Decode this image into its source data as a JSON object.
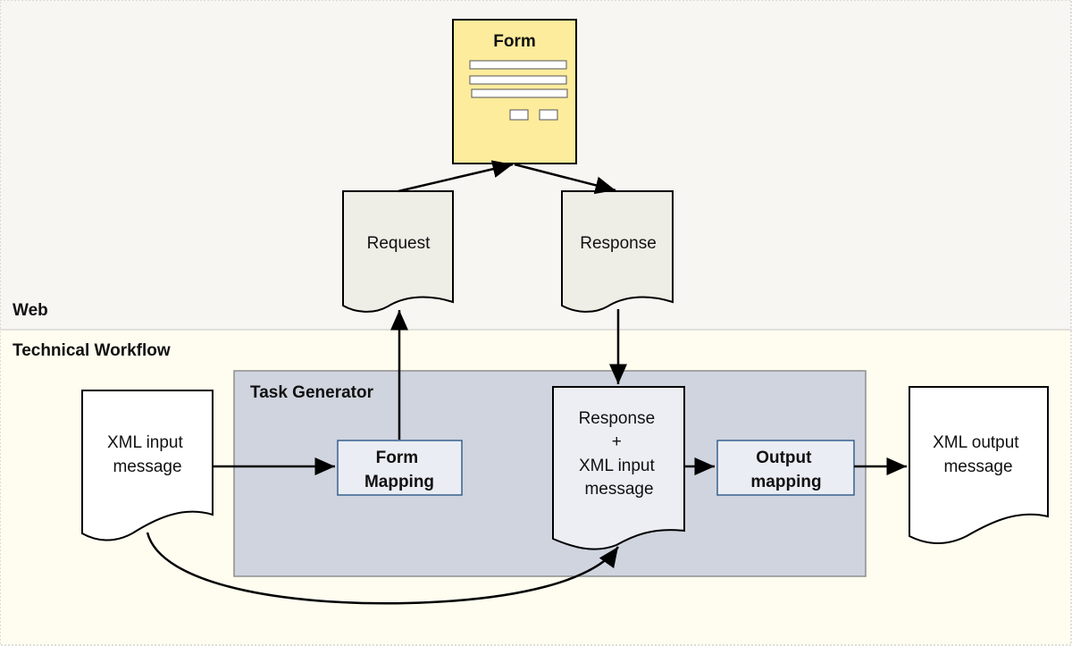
{
  "lanes": {
    "web": "Web",
    "technical": "Technical Workflow"
  },
  "groups": {
    "task_generator": "Task Generator"
  },
  "nodes": {
    "form": {
      "title": "Form"
    },
    "request": {
      "lines": [
        "Request"
      ]
    },
    "response": {
      "lines": [
        "Response"
      ]
    },
    "xml_input": {
      "lines": [
        "XML input",
        "message"
      ]
    },
    "form_mapping": {
      "lines": [
        "Form",
        "Mapping"
      ]
    },
    "response_xml": {
      "lines": [
        "Response",
        "+",
        "XML input",
        "message"
      ]
    },
    "output_mapping": {
      "lines": [
        "Output",
        "mapping"
      ]
    },
    "xml_output": {
      "lines": [
        "XML output",
        "message"
      ]
    }
  },
  "colors": {
    "web_lane": "#f7f6f2",
    "technical_lane": "#fefdf0",
    "task_generator_fill": "#d0d4df",
    "form_fill": "#fcec9c",
    "document_grey": "#eeede6",
    "document_white": "#ffffff",
    "document_light": "#eceef4",
    "mapping_fill": "#ebedf4",
    "mapping_border": "#37628e",
    "line": "#000000"
  }
}
